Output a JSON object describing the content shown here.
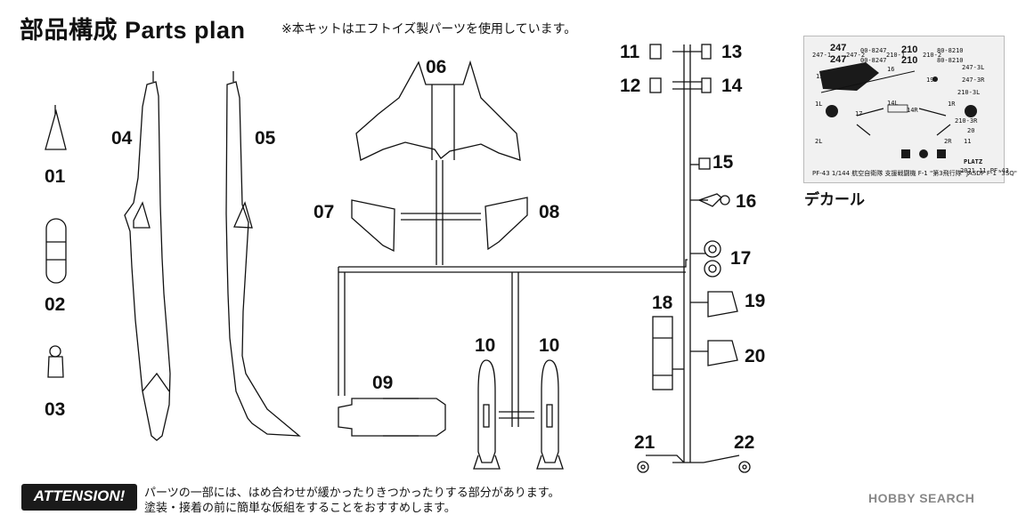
{
  "header": {
    "title": "部品構成 Parts plan",
    "note": "※本キットはエフトイズ製パーツを使用しています。"
  },
  "parts": {
    "p01": "01",
    "p02": "02",
    "p03": "03",
    "p04": "04",
    "p05": "05",
    "p06": "06",
    "p07": "07",
    "p08": "08",
    "p09": "09",
    "p10a": "10",
    "p10b": "10",
    "p11": "11",
    "p12": "12",
    "p13": "13",
    "p14": "14",
    "p15": "15",
    "p16": "16",
    "p17": "17",
    "p18": "18",
    "p19": "19",
    "p20": "20",
    "p21": "21",
    "p22": "22"
  },
  "decal": {
    "label": "デカール",
    "caption": "PF-43 1/144 航空自衛隊 支援戦闘機 F-1 \"第3飛行隊\" JASDF F-1 \"3SQ\"",
    "brand": "PLATZ",
    "code": "2021.11 PF-43",
    "serial_a": "247",
    "serial_b": "210",
    "reg_a": "00-8247",
    "reg_b": "80-8210",
    "marks": [
      "247-1",
      "247-2",
      "210-1",
      "210-2",
      "210-3L",
      "210-3R",
      "247-3L",
      "247-3R",
      "14L",
      "14R",
      "17",
      "1L",
      "1R",
      "2L",
      "2R",
      "11",
      "15",
      "16",
      "19",
      "20"
    ]
  },
  "attention": {
    "badge": "ATTENSION!",
    "line1": "パーツの一部には、はめ合わせが緩かったりきつかったりする部分があります。",
    "line2": "塗装・接着の前に簡単な仮組をすることをおすすめします。"
  },
  "watermark": "HOBBY SEARCH",
  "colors": {
    "ink": "#111111",
    "decal_bg": "#f1f1f1",
    "badge": "#1a1a1a"
  }
}
